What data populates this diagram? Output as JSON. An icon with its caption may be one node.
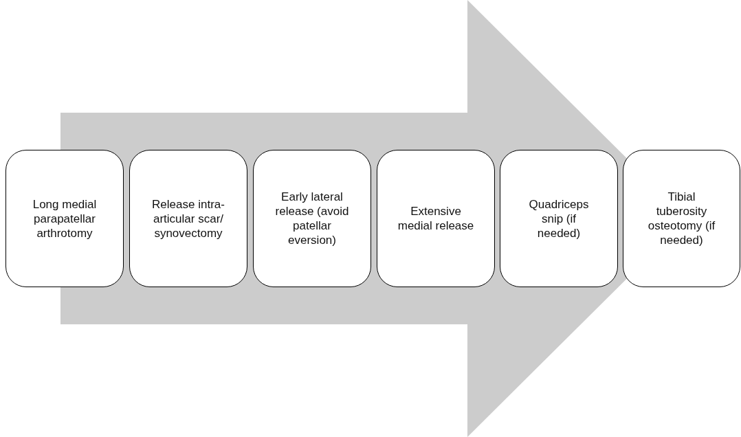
{
  "diagram": {
    "nodes": [
      {
        "text": [
          "Long medial parapatellar arthrotomy"
        ]
      },
      {
        "text": [
          "Release intra-articular scar/ synovectomy"
        ]
      },
      {
        "text": [
          "Early lateral release (avoid patellar eversion)"
        ]
      },
      {
        "text": [
          "Extensive medial release"
        ]
      },
      {
        "text": [
          "Quadriceps snip (if needed)"
        ]
      },
      {
        "text": [
          "Tibial tuberosity osteotomy (if needed)"
        ]
      }
    ],
    "edges": [
      {
        "from": 0,
        "to": 5,
        "arrow": "to"
      }
    ]
  }
}
